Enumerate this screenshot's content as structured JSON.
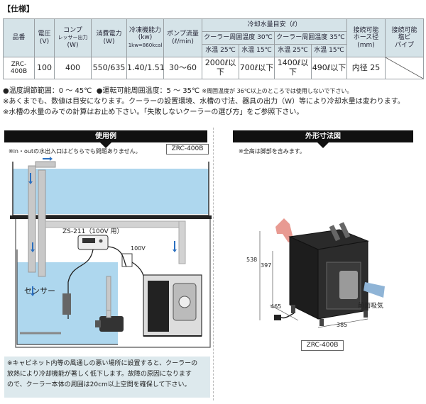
{
  "spec": {
    "heading": "【仕様】",
    "header": {
      "model": "品番",
      "voltage": [
        "電圧",
        "(V)"
      ],
      "compressor": [
        "コンプ",
        "レッサー出力",
        "(W)"
      ],
      "power": [
        "消費電力",
        "(W)"
      ],
      "cooling": [
        "冷凍機能力",
        "(kw)",
        "1kw=860kcal"
      ],
      "pump": [
        "ポンプ流量",
        "(ℓ/min)"
      ],
      "volume_group": "冷却水量目安（ℓ）",
      "temp30": "クーラー周囲温度 30℃",
      "temp35": "クーラー周囲温度 35℃",
      "water25": "水温 25℃",
      "water15": "水温 15℃",
      "hose": [
        "接続可能",
        "ホース径",
        "(mm)"
      ],
      "pvc": [
        "接続可能",
        "塩ビ",
        "パイプ"
      ]
    },
    "row": {
      "model": "ZRC-400B",
      "voltage": "100",
      "compressor": "400",
      "power": "550/635",
      "cooling": "1.40/1.51",
      "pump": "30～60",
      "v30_25": "2000ℓ以下",
      "v30_15": "700ℓ以下",
      "v35_25": "1400ℓ以下",
      "v35_15": "490ℓ以下",
      "hose": "内径 25"
    }
  },
  "notes": {
    "line1_a": "●温度調節範囲：0 ～ 45℃",
    "line1_b": "●運転可能周囲温度：5 ～ 35℃",
    "line1_c": "※周囲温度が 36℃以上のところでは使用しないで下さい。",
    "line2": "※あくまでも、数値は目安になります。クーラーの設置環境、水槽の寸法、器具の出力（W）等により冷却水量は変わります。",
    "line3": "※水槽の水量のみでの計算はお止め下さい。「失敗しないクーラーの選び方」をご参照下さい。"
  },
  "usage": {
    "title": "使用例",
    "note": "※in・outの水出入口はどちらでも問題ありません。",
    "model": "ZRC-400B",
    "controller": "ZS-211（100V 用）",
    "power_label": "100V",
    "sensor": "センサー",
    "caution": [
      "※キャビネット内等の風通しの悪い場所に設置すると、クーラーの",
      "放熱により冷却機能が著しく低下します。故障の原因になります",
      "ので、クーラー本体の周囲は20cm以上空間を確保して下さい。"
    ]
  },
  "dims": {
    "title": "外形寸法図",
    "note": "※全高は脚部を含みます。",
    "height_total": "538",
    "height_body": "397",
    "depth": "465",
    "width": "385",
    "intake": "前面吸気",
    "model": "ZRC-400B"
  },
  "colors": {
    "header_bg": "#d5e3e8",
    "water": "#aed7ee",
    "pipe": "#c8c8c8",
    "flow_arrow": "#2a6fc0",
    "exhaust": "#e58f86",
    "intake": "#8fb4d6"
  }
}
